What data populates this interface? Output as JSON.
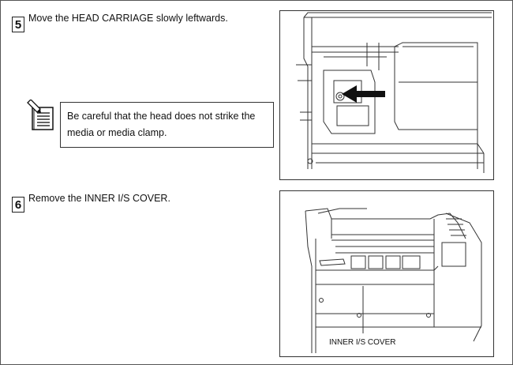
{
  "steps": [
    {
      "number": "5",
      "instruction": "Move the HEAD CARRIAGE slowly leftwards."
    },
    {
      "number": "6",
      "instruction": "Remove the INNER I/S COVER."
    }
  ],
  "note": {
    "icon": "note-book-pencil-icon",
    "text": "Be careful that the head does not strike the media or media clamp."
  },
  "figures": {
    "step5": {
      "description_icon": "arrow-left-icon"
    },
    "step6": {
      "callout_label": "INNER I/S COVER"
    }
  }
}
